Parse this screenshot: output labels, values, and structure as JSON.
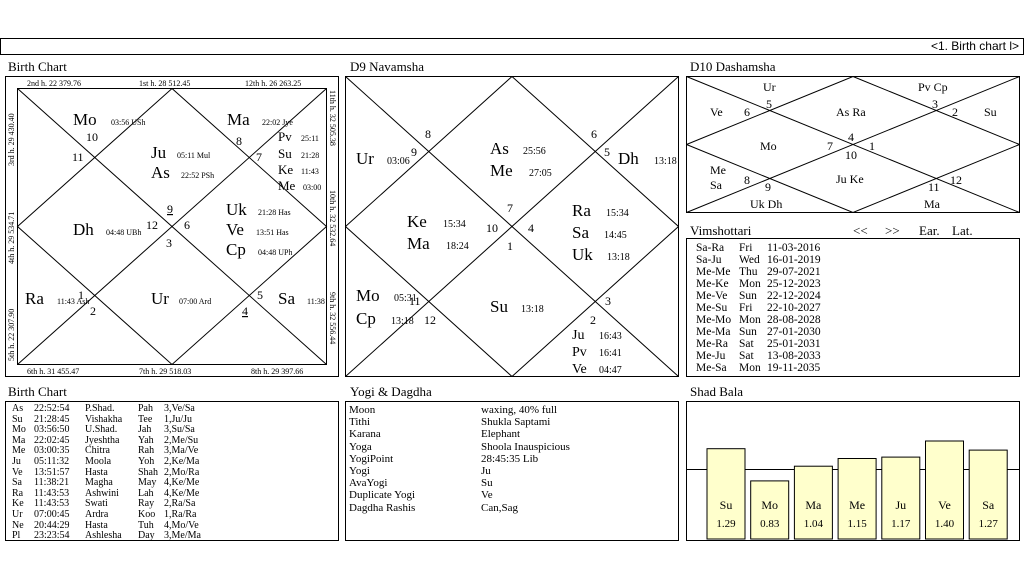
{
  "nav": {
    "chart_selector": "<1. Birth chart l>"
  },
  "birth_chart_title": "Birth Chart",
  "d9_title": "D9 Navamsha",
  "d10_title": "D10 Dashamsha",
  "vimshottari": {
    "title": "Vimshottari",
    "prev": "<<",
    "next": ">>",
    "ear": "Ear.",
    "lat": "Lat.",
    "rows": [
      {
        "lords": "Sa-Ra",
        "day": "Fri",
        "date": "11-03-2016"
      },
      {
        "lords": "Sa-Ju",
        "day": "Wed",
        "date": "16-01-2019"
      },
      {
        "lords": "Me-Me",
        "day": "Thu",
        "date": "29-07-2021"
      },
      {
        "lords": "Me-Ke",
        "day": "Mon",
        "date": "25-12-2023"
      },
      {
        "lords": "Me-Ve",
        "day": "Sun",
        "date": "22-12-2024"
      },
      {
        "lords": "Me-Su",
        "day": "Fri",
        "date": "22-10-2027"
      },
      {
        "lords": "Me-Mo",
        "day": "Mon",
        "date": "28-08-2028"
      },
      {
        "lords": "Me-Ma",
        "day": "Sun",
        "date": "27-01-2030"
      },
      {
        "lords": "Me-Ra",
        "day": "Sat",
        "date": "25-01-2031"
      },
      {
        "lords": "Me-Ju",
        "day": "Sat",
        "date": "13-08-2033"
      },
      {
        "lords": "Me-Sa",
        "day": "Mon",
        "date": "19-11-2035"
      }
    ]
  },
  "birth_table": {
    "title": "Birth Chart",
    "rows": [
      {
        "planet": "As",
        "deg": "22:52:54",
        "nak": "P.Shad.",
        "pada_code": "Pah",
        "info": "3,Ve/Sa"
      },
      {
        "planet": "Su",
        "deg": "21:28:45",
        "nak": "Vishakha",
        "pada_code": "Tee",
        "info": "1,Ju/Ju"
      },
      {
        "planet": "Mo",
        "deg": "03:56:50",
        "nak": "U.Shad.",
        "pada_code": "Jah",
        "info": "3,Su/Sa"
      },
      {
        "planet": "Ma",
        "deg": "22:02:45",
        "nak": "Jyeshtha",
        "pada_code": "Yah",
        "info": "2,Me/Su"
      },
      {
        "planet": "Me",
        "deg": "03:00:35",
        "nak": "Chitra",
        "pada_code": "Rah",
        "info": "3,Ma/Ve"
      },
      {
        "planet": "Ju",
        "deg": "05:11:32",
        "nak": "Moola",
        "pada_code": "Yoh",
        "info": "2,Ke/Ma"
      },
      {
        "planet": "Ve",
        "deg": "13:51:57",
        "nak": "Hasta",
        "pada_code": "Shah",
        "info": "2,Mo/Ra"
      },
      {
        "planet": "Sa",
        "deg": "11:38:21",
        "nak": "Magha",
        "pada_code": "May",
        "info": "4,Ke/Me"
      },
      {
        "planet": "Ra",
        "deg": "11:43:53",
        "nak": "Ashwini",
        "pada_code": "Lah",
        "info": "4,Ke/Me"
      },
      {
        "planet": "Ke",
        "deg": "11:43:53",
        "nak": "Swati",
        "pada_code": "Ray",
        "info": "2,Ra/Sa"
      },
      {
        "planet": "Ur",
        "deg": "07:00:45",
        "nak": "Ardra",
        "pada_code": "Koo",
        "info": "1,Ra/Ra"
      },
      {
        "planet": "Ne",
        "deg": "20:44:29",
        "nak": "Hasta",
        "pada_code": "Tuh",
        "info": "4,Mo/Ve"
      },
      {
        "planet": "Pl",
        "deg": "23:23:54",
        "nak": "Ashlesha",
        "pada_code": "Day",
        "info": "3,Me/Ma"
      }
    ]
  },
  "yogi": {
    "title": "Yogi & Dagdha",
    "rows": [
      {
        "label": "Moon",
        "value": "waxing, 40% full"
      },
      {
        "label": "Tithi",
        "value": "Shukla  Saptami"
      },
      {
        "label": "Karana",
        "value": "Elephant"
      },
      {
        "label": "Yoga",
        "value": "Shoola Inauspicious"
      },
      {
        "label": "YogiPoint",
        "value": "28:45:35 Lib"
      },
      {
        "label": "Yogi",
        "value": "Ju"
      },
      {
        "label": "AvaYogi",
        "value": "Su"
      },
      {
        "label": "Duplicate Yogi",
        "value": "Ve"
      },
      {
        "label": "Dagdha Rashis",
        "value": "Can,Sag"
      }
    ]
  },
  "chart_data": {
    "type": "bar",
    "title": "Shad Bala",
    "categories": [
      "Su",
      "Mo",
      "Ma",
      "Me",
      "Ju",
      "Ve",
      "Sa"
    ],
    "values": [
      1.29,
      0.83,
      1.04,
      1.15,
      1.17,
      1.4,
      1.27
    ],
    "value_labels": [
      "1.29",
      "0.83",
      "1.04",
      "1.15",
      "1.17",
      "1.40",
      "1.27"
    ],
    "ylim": [
      0,
      1.8
    ],
    "bar_color": "#ffffcc",
    "grid": false
  },
  "colors": {
    "bar_fill": "#ffffcc",
    "border": "#000000",
    "background": "#ffffff"
  }
}
